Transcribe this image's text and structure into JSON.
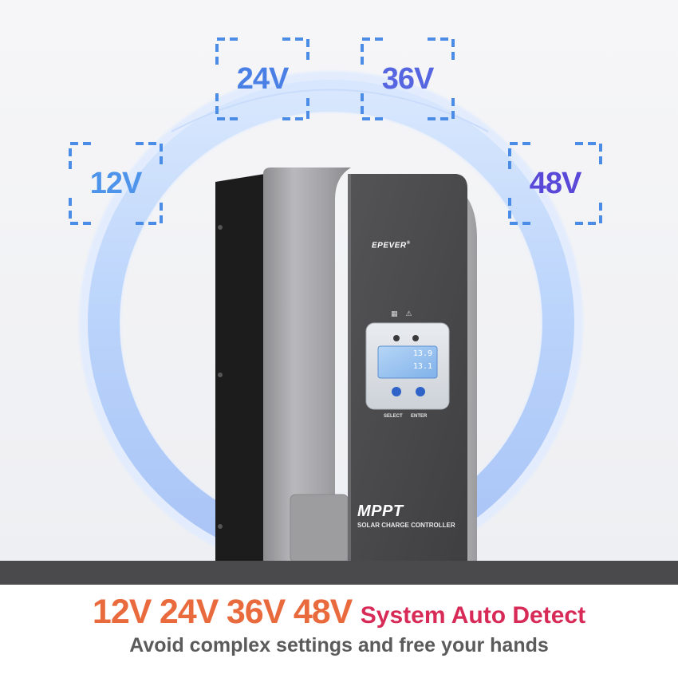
{
  "colors": {
    "ring": "#b7d2fb",
    "box_dash": "#4a8ce6",
    "voltage_text": [
      "#4d94ea",
      "#4a80e6",
      "#5566e0",
      "#5a48d8"
    ],
    "headline_voltage": "#e96a3c",
    "headline_system": "#d82a57",
    "subtitle": "#5b5b5b",
    "device_face": "#4c4c4e",
    "device_side": "#a6a6a9"
  },
  "voltages": [
    {
      "id": "12v",
      "label": "12V"
    },
    {
      "id": "24v",
      "label": "24V"
    },
    {
      "id": "36v",
      "label": "36V"
    },
    {
      "id": "48v",
      "label": "48V"
    }
  ],
  "device": {
    "brand": "EPEVER",
    "brand_mark": "®",
    "product": "MPPT",
    "product_sub": "SOLAR CHARGE CONTROLLER",
    "select_label": "SELECT",
    "enter_label": "ENTER",
    "lcd_top": "13.9",
    "lcd_bottom": "13.1",
    "icons": [
      "solar-panel-icon",
      "warning-icon"
    ]
  },
  "caption": {
    "headline_voltages": [
      "12V",
      "24V",
      "36V",
      "48V"
    ],
    "headline_suffix": "System Auto Detect",
    "subtitle": "Avoid complex settings and free your hands"
  }
}
